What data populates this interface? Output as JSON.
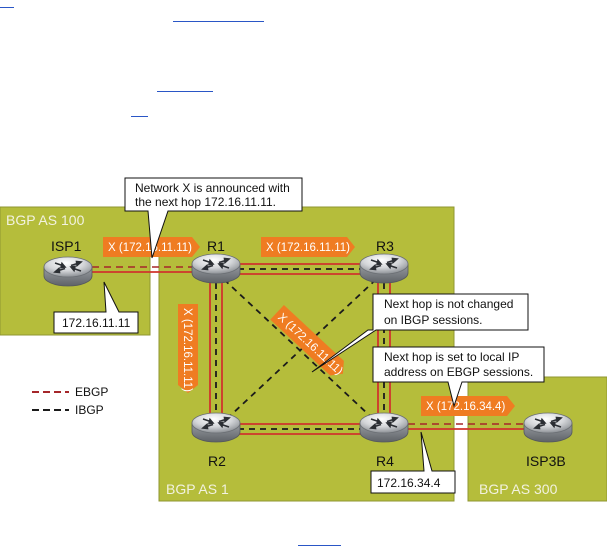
{
  "page_links": [
    "",
    "",
    "",
    "",
    ""
  ],
  "areas": {
    "as100": "BGP AS 100",
    "as1": "BGP AS 1",
    "as300": "BGP AS 300"
  },
  "routers": {
    "isp1": "ISP1",
    "r1": "R1",
    "r2": "R2",
    "r3": "R3",
    "r4": "R4",
    "isp3b": "ISP3B"
  },
  "callouts": {
    "announce_line1": "Network X is announced with",
    "announce_line2": "the next hop 172.16.11.11.",
    "ibgp_line1": "Next hop is not changed",
    "ibgp_line2": "on IBGP sessions.",
    "ebgp_line1": "Next hop is set to local IP",
    "ebgp_line2": "address on EBGP sessions."
  },
  "address_boxes": {
    "isp1_addr": "172.16.11.11",
    "r4_addr": "172.16.34.4"
  },
  "route_tags": {
    "isp1_r1": "X (172.16.11.11)",
    "r1_r3": "X (172.16.11.11)",
    "r1_r2": "X (172.16.11.11)",
    "r1_r4": "X (172.16.11.11)",
    "r4_isp3b": "X (172.16.34.4)"
  },
  "legend": {
    "ebgp": "EBGP",
    "ibgp": "IBGP"
  },
  "colors": {
    "area_fill": "#b5bd3b",
    "tag_fill": "#ef7c22",
    "ebgp_line": "#a5262a",
    "link_line": "#d0342c"
  }
}
